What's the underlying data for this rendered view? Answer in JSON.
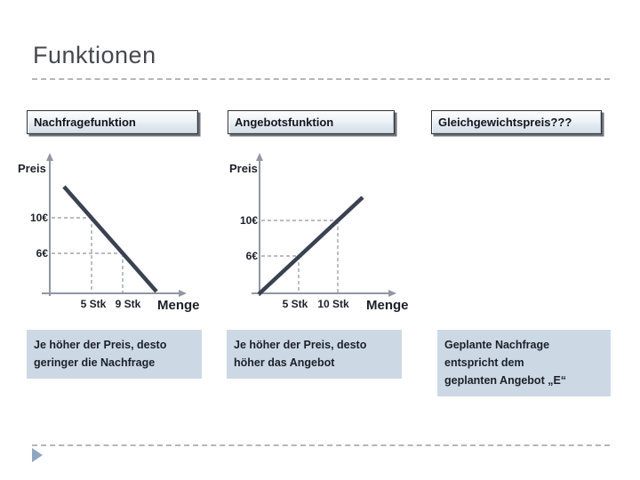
{
  "title": "Funktionen",
  "headers": {
    "demand": "Nachfragefunktion",
    "supply": "Angebotsfunktion",
    "equilibrium": "Gleichgewichtspreis???"
  },
  "demand_chart": {
    "ylabel": "Preis",
    "xlabel": "Menge",
    "y_tick_high": "10€",
    "y_tick_low": "6€",
    "x_tick_1": "5 Stk",
    "x_tick_2": "9 Stk"
  },
  "supply_chart": {
    "ylabel": "Preis",
    "xlabel": "Menge",
    "y_tick_high": "10€",
    "y_tick_low": "6€",
    "x_tick_1": "5 Stk",
    "x_tick_2": "10 Stk"
  },
  "captions": {
    "demand": {
      "lines": [
        "Je höher der Preis, desto",
        "geringer die Nachfrage"
      ]
    },
    "supply": {
      "lines": [
        "Je höher der Preis, desto",
        "höher das Angebot"
      ]
    },
    "equilibrium": {
      "lines": [
        "Geplante Nachfrage",
        "entspricht dem",
        "geplanten Angebot „E“"
      ]
    }
  },
  "chart_data": [
    {
      "type": "line",
      "title": "Nachfragefunktion",
      "xlabel": "Menge",
      "ylabel": "Preis",
      "series": [
        {
          "name": "Nachfrage",
          "x": [
            5,
            9
          ],
          "y": [
            10,
            6
          ]
        }
      ],
      "x_tick_labels": [
        "5 Stk",
        "9 Stk"
      ],
      "y_tick_labels": [
        "10€",
        "6€"
      ],
      "annotations": "dashed guides from axes to points (5 Stk, 10€) and (9 Stk, 6€)",
      "trend": "downward sloping straight line",
      "grid": false,
      "legend": false
    },
    {
      "type": "line",
      "title": "Angebotsfunktion",
      "xlabel": "Menge",
      "ylabel": "Preis",
      "series": [
        {
          "name": "Angebot",
          "x": [
            0,
            5,
            10
          ],
          "y": [
            0,
            6,
            10
          ]
        }
      ],
      "x_tick_labels": [
        "5 Stk",
        "10 Stk"
      ],
      "y_tick_labels": [
        "10€",
        "6€"
      ],
      "annotations": "dashed guides from axes to points (5 Stk, 6€) and (10 Stk, 10€)",
      "trend": "upward sloping straight line from origin",
      "grid": false,
      "legend": false
    }
  ],
  "colors": {
    "caption_bg": "#ccd9e5",
    "button_border": "#2f3238",
    "function_line": "#3a4150",
    "axis": "#9097a3",
    "title_text": "#47484f",
    "next_arrow": "#8ea6bf"
  }
}
